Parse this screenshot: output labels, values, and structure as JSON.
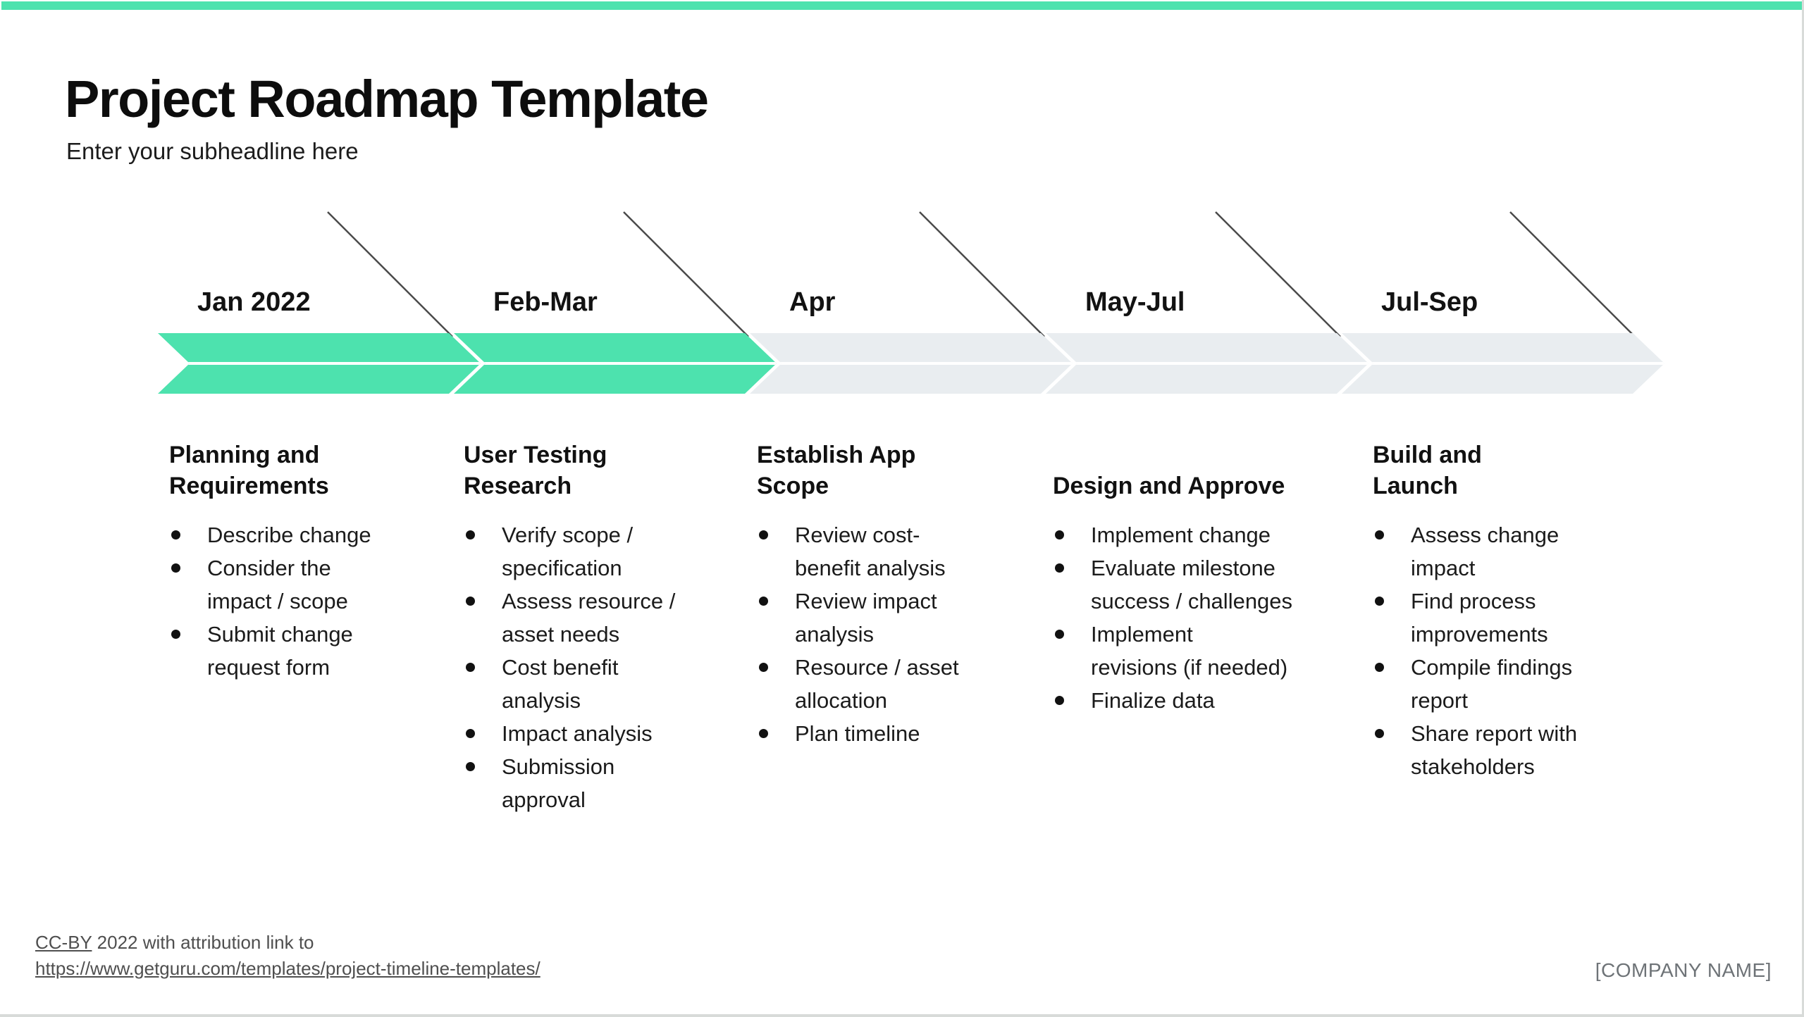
{
  "slide": {
    "title": "Project Roadmap Template",
    "subheadline": "Enter your subheadline here"
  },
  "colors": {
    "accent_teal": "#4de2ae",
    "inactive_gray": "#e9edf0",
    "text_dark": "#141414",
    "footer_gray": "#4f4f4f",
    "company_gray": "#6e7377",
    "line_gray": "#4a4a4a",
    "edge_gray": "#d8dbd9"
  },
  "phases": [
    {
      "month": "Jan 2022",
      "state": "active",
      "heading": "Planning and\nRequirements",
      "items": [
        "Describe change",
        "Consider the\nimpact / scope",
        "Submit change\nrequest form"
      ]
    },
    {
      "month": "Feb-Mar",
      "state": "active",
      "heading": "User Testing\nResearch",
      "items": [
        "Verify scope /\nspecification",
        "Assess resource /\nasset needs",
        "Cost benefit\nanalysis",
        "Impact analysis",
        "Submission\napproval"
      ]
    },
    {
      "month": "Apr",
      "state": "inactive",
      "heading": "Establish App\nScope",
      "items": [
        "Review cost-\nbenefit analysis",
        "Review impact\nanalysis",
        "Resource / asset\nallocation",
        "Plan timeline"
      ]
    },
    {
      "month": "May-Jul",
      "state": "inactive",
      "heading": "Design and Approve",
      "items": [
        "Implement change",
        "Evaluate milestone\nsuccess / challenges",
        "Implement\nrevisions (if needed)",
        "Finalize data"
      ]
    },
    {
      "month": "Jul-Sep",
      "state": "inactive",
      "heading": "Build and\nLaunch",
      "items": [
        "Assess change\nimpact",
        "Find process\nimprovements",
        "Compile findings\nreport",
        "Share report with\nstakeholders"
      ]
    }
  ],
  "footer": {
    "license_label": "CC-BY",
    "line1_rest": " 2022 with attribution link to",
    "url": "https://www.getguru.com/templates/project-timeline-templates/",
    "company": "[COMPANY NAME]"
  }
}
